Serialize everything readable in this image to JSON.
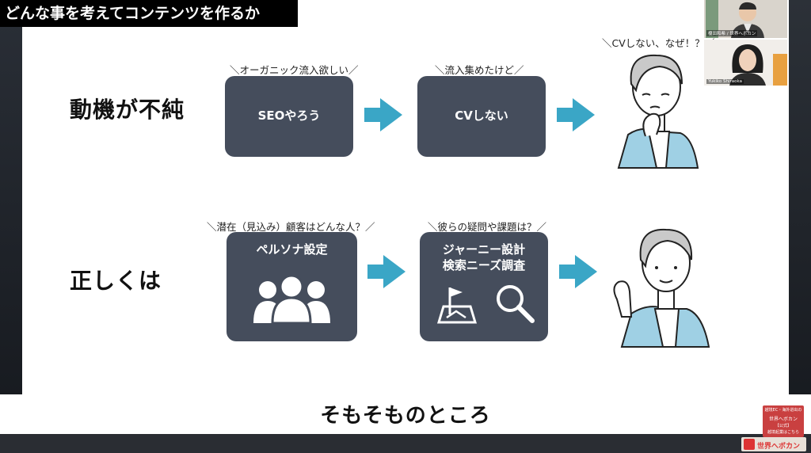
{
  "video_title": "どんな事を考えてコンテンツを作るか",
  "rows": [
    {
      "label": "動機が不純",
      "step1": {
        "caption": "＼オーガニック流入欲しい／",
        "text": "SEOやろう"
      },
      "step2": {
        "caption": "＼流入集めたけど／",
        "text": "CVしない"
      },
      "end_caption": "＼CVしない、なぜ！？／"
    },
    {
      "label": "正しくは",
      "step1": {
        "caption": "＼潜在（見込み）顧客はどんな人？／",
        "text": "ペルソナ設定"
      },
      "step2": {
        "caption": "＼彼らの疑問や課題は？／",
        "line1": "ジャーニー設計",
        "line2": "検索ニーズ調査"
      }
    }
  ],
  "subtitle": "そもそものところ",
  "participants": [
    {
      "name": "榎田和希 / 世界へボカン",
      "icon": "video-participant-male"
    },
    {
      "name": "Yukiko Shiraoka",
      "icon": "video-participant-female"
    }
  ],
  "logo": {
    "line1": "越境EC・海外进出の",
    "line2": "世界へボカン",
    "line3": "【公式】",
    "line4": "越境起業はこちら",
    "bottom": "世界へボカン"
  },
  "colors": {
    "box": "#454d5c",
    "arrow": "#3aa6c6",
    "person_jacket": "#9fd0e4",
    "hair": "#c9c9c9"
  }
}
